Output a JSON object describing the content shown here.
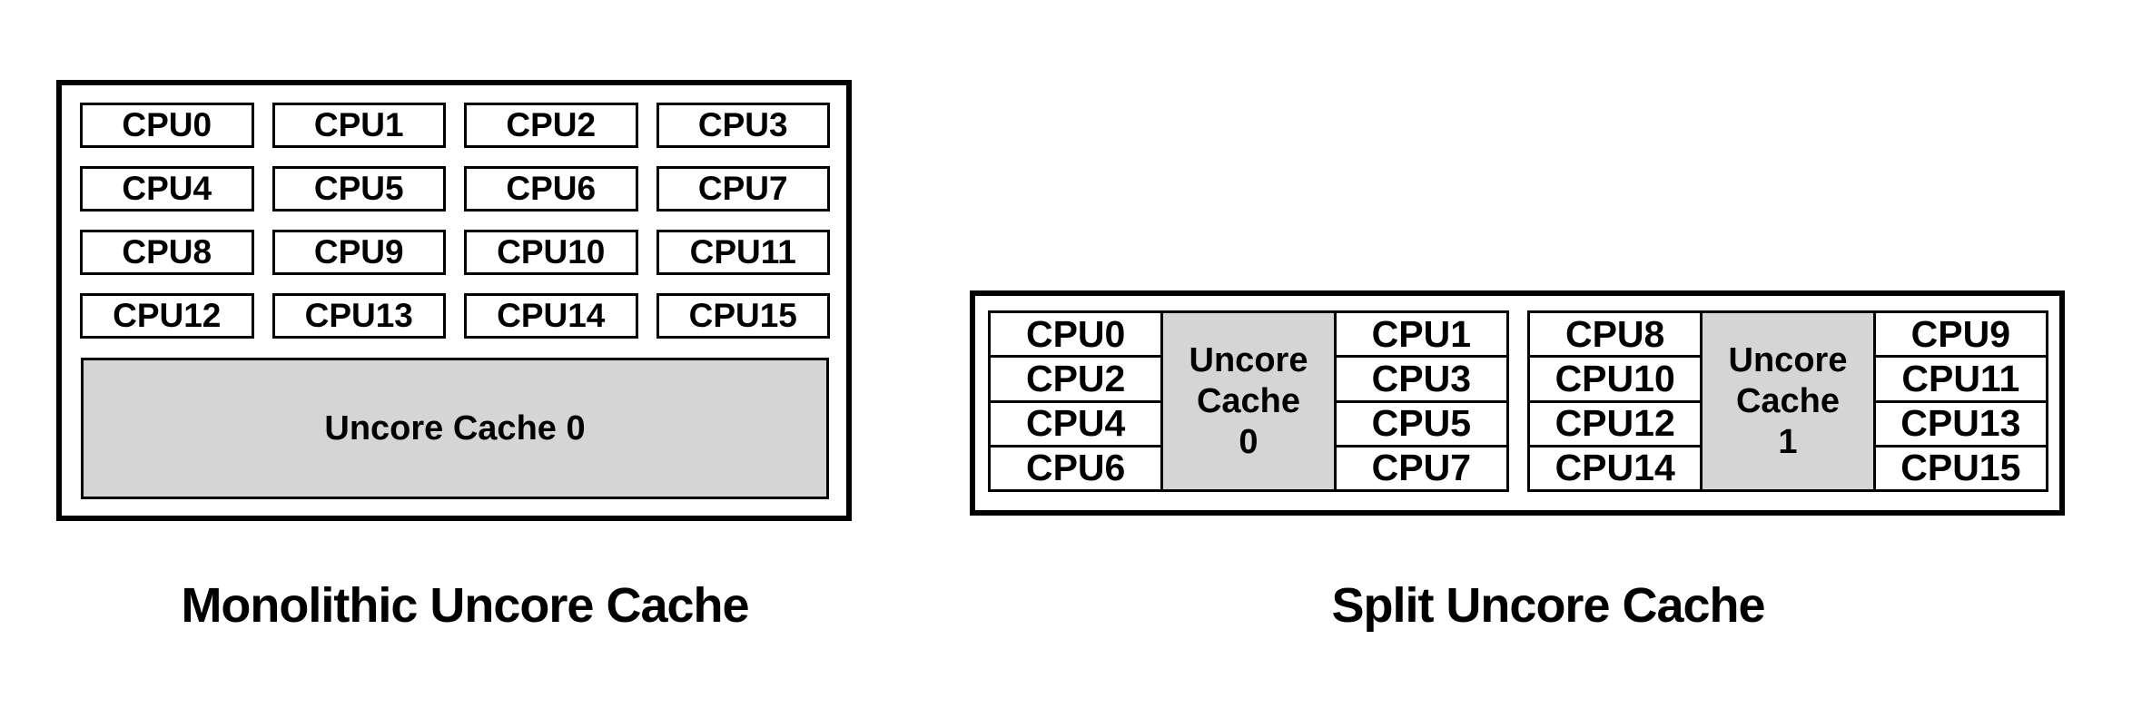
{
  "colors": {
    "background": "#ffffff",
    "text": "#000000",
    "border": "#000000",
    "cache_fill": "#d5d5d5"
  },
  "monolithic": {
    "caption": "Monolithic Uncore Cache",
    "cache_label": "Uncore Cache 0",
    "cpu_labels": [
      "CPU0",
      "CPU1",
      "CPU2",
      "CPU3",
      "CPU4",
      "CPU5",
      "CPU6",
      "CPU7",
      "CPU8",
      "CPU9",
      "CPU10",
      "CPU11",
      "CPU12",
      "CPU13",
      "CPU14",
      "CPU15"
    ]
  },
  "split": {
    "caption": "Split Uncore Cache",
    "clusters": [
      {
        "cache_line1": "Uncore",
        "cache_line2": "Cache",
        "cache_line3": "0",
        "left_cpus": [
          "CPU0",
          "CPU2",
          "CPU4",
          "CPU6"
        ],
        "right_cpus": [
          "CPU1",
          "CPU3",
          "CPU5",
          "CPU7"
        ]
      },
      {
        "cache_line1": "Uncore",
        "cache_line2": "Cache",
        "cache_line3": "1",
        "left_cpus": [
          "CPU8",
          "CPU10",
          "CPU12",
          "CPU14"
        ],
        "right_cpus": [
          "CPU9",
          "CPU11",
          "CPU13",
          "CPU15"
        ]
      }
    ]
  }
}
